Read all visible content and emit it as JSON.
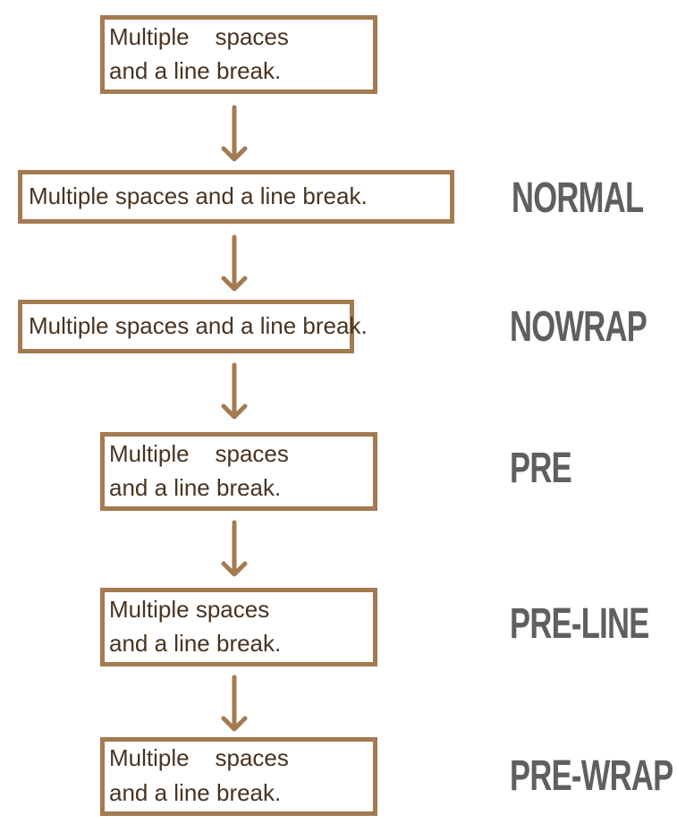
{
  "colors": {
    "border": "#a47a51",
    "text": "#4a3320",
    "label": "#5f5f5f",
    "arrow": "#a47a51"
  },
  "source": {
    "line1": "Multiple    spaces",
    "line2": "and a line break."
  },
  "rows": [
    {
      "label": "NORMAL",
      "line1": "Multiple spaces and a line break.",
      "line2": ""
    },
    {
      "label": "NOWRAP",
      "line1": "Multiple spaces and a line break.",
      "line2": ""
    },
    {
      "label": "PRE",
      "line1": "Multiple    spaces",
      "line2": "and a line break."
    },
    {
      "label": "PRE-LINE",
      "line1": "Multiple spaces",
      "line2": "and a line break."
    },
    {
      "label": "PRE-WRAP",
      "line1": "Multiple    spaces",
      "line2": "and a line break."
    }
  ]
}
